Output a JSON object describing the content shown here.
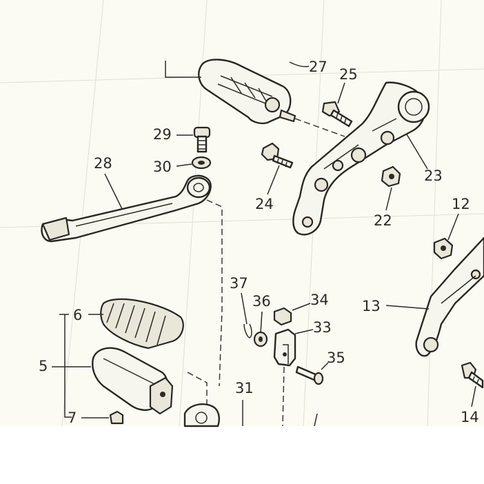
{
  "colors": {
    "paper": "#fbfbf4",
    "ink": "#2e2a25",
    "grid": "#e2ded2",
    "background": "#ffffff"
  },
  "callouts": {
    "c27": "27",
    "c25": "25",
    "c29": "29",
    "c28": "28",
    "c30": "30",
    "c24": "24",
    "c23": "23",
    "c22": "22",
    "c12": "12",
    "c37": "37",
    "c36": "36",
    "c34": "34",
    "c33": "33",
    "c13": "13",
    "c6": "6",
    "c5": "5",
    "c35": "35",
    "c31": "31",
    "c7": "7",
    "c14": "14"
  }
}
